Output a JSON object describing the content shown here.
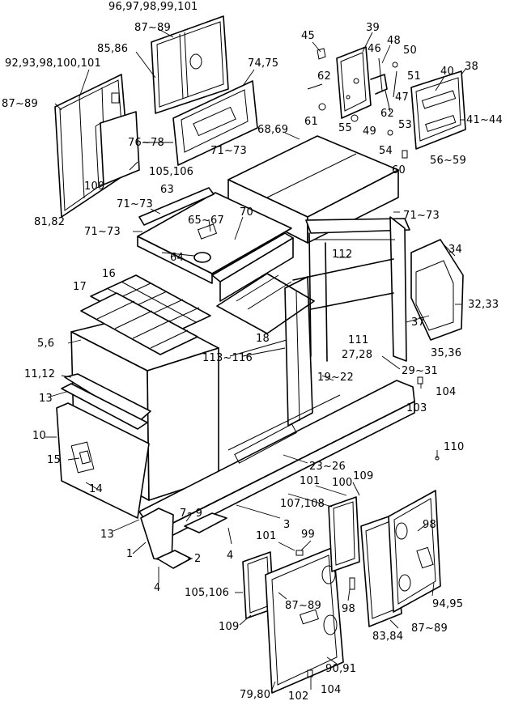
{
  "callouts": [
    {
      "id": "c1",
      "text": "96,97,98,99,101"
    },
    {
      "id": "c2",
      "text": "87~89"
    },
    {
      "id": "c3",
      "text": "85,86"
    },
    {
      "id": "c4",
      "text": "92,93,98,100,101"
    },
    {
      "id": "c5",
      "text": "87~89"
    },
    {
      "id": "c6",
      "text": "74,75"
    },
    {
      "id": "c7",
      "text": "45"
    },
    {
      "id": "c8",
      "text": "39"
    },
    {
      "id": "c9",
      "text": "48"
    },
    {
      "id": "c10",
      "text": "46"
    },
    {
      "id": "c11",
      "text": "50"
    },
    {
      "id": "c12",
      "text": "51"
    },
    {
      "id": "c13",
      "text": "40"
    },
    {
      "id": "c14",
      "text": "38"
    },
    {
      "id": "c15",
      "text": "62"
    },
    {
      "id": "c16",
      "text": "47"
    },
    {
      "id": "c17",
      "text": "62"
    },
    {
      "id": "c18",
      "text": "53"
    },
    {
      "id": "c19",
      "text": "41~44"
    },
    {
      "id": "c20",
      "text": "55"
    },
    {
      "id": "c21",
      "text": "49"
    },
    {
      "id": "c22",
      "text": "61"
    },
    {
      "id": "c23",
      "text": "68,69"
    },
    {
      "id": "c24",
      "text": "54"
    },
    {
      "id": "c25",
      "text": "56~59"
    },
    {
      "id": "c26",
      "text": "76~78"
    },
    {
      "id": "c27",
      "text": "71~73"
    },
    {
      "id": "c28",
      "text": "60"
    },
    {
      "id": "c29",
      "text": "105,106"
    },
    {
      "id": "c30",
      "text": "109"
    },
    {
      "id": "c31",
      "text": "81,82"
    },
    {
      "id": "c32",
      "text": "63"
    },
    {
      "id": "c33",
      "text": "71~73"
    },
    {
      "id": "c34",
      "text": "70"
    },
    {
      "id": "c35",
      "text": "65~67"
    },
    {
      "id": "c36",
      "text": "71~73"
    },
    {
      "id": "c37",
      "text": "71~73"
    },
    {
      "id": "c38",
      "text": "34"
    },
    {
      "id": "c39",
      "text": "64"
    },
    {
      "id": "c40",
      "text": "112"
    },
    {
      "id": "c41",
      "text": "32,33"
    },
    {
      "id": "c42",
      "text": "16"
    },
    {
      "id": "c43",
      "text": "17"
    },
    {
      "id": "c44",
      "text": "37"
    },
    {
      "id": "c45",
      "text": "5,6"
    },
    {
      "id": "c46",
      "text": "18"
    },
    {
      "id": "c47",
      "text": "111"
    },
    {
      "id": "c48",
      "text": "35,36"
    },
    {
      "id": "c49",
      "text": "113~116"
    },
    {
      "id": "c50",
      "text": "27,28"
    },
    {
      "id": "c51",
      "text": "11,12"
    },
    {
      "id": "c52",
      "text": "19~22"
    },
    {
      "id": "c53",
      "text": "29~31"
    },
    {
      "id": "c54",
      "text": "13"
    },
    {
      "id": "c55",
      "text": "104"
    },
    {
      "id": "c56",
      "text": "103"
    },
    {
      "id": "c57",
      "text": "10"
    },
    {
      "id": "c58",
      "text": "15"
    },
    {
      "id": "c59",
      "text": "23~26"
    },
    {
      "id": "c60",
      "text": "110"
    },
    {
      "id": "c61",
      "text": "14"
    },
    {
      "id": "c62",
      "text": "101"
    },
    {
      "id": "c63",
      "text": "109"
    },
    {
      "id": "c64",
      "text": "100"
    },
    {
      "id": "c65",
      "text": "7~9"
    },
    {
      "id": "c66",
      "text": "107,108"
    },
    {
      "id": "c67",
      "text": "13"
    },
    {
      "id": "c68",
      "text": "3"
    },
    {
      "id": "c69",
      "text": "98"
    },
    {
      "id": "c70",
      "text": "1"
    },
    {
      "id": "c71",
      "text": "4"
    },
    {
      "id": "c72",
      "text": "101"
    },
    {
      "id": "c73",
      "text": "99"
    },
    {
      "id": "c74",
      "text": "2"
    },
    {
      "id": "c75",
      "text": "4"
    },
    {
      "id": "c76",
      "text": "105,106"
    },
    {
      "id": "c77",
      "text": "87~89"
    },
    {
      "id": "c78",
      "text": "98"
    },
    {
      "id": "c79",
      "text": "94,95"
    },
    {
      "id": "c80",
      "text": "109"
    },
    {
      "id": "c81",
      "text": "83,84"
    },
    {
      "id": "c82",
      "text": "87~89"
    },
    {
      "id": "c83",
      "text": "90,91"
    },
    {
      "id": "c84",
      "text": "79,80"
    },
    {
      "id": "c85",
      "text": "102"
    },
    {
      "id": "c86",
      "text": "104"
    }
  ]
}
